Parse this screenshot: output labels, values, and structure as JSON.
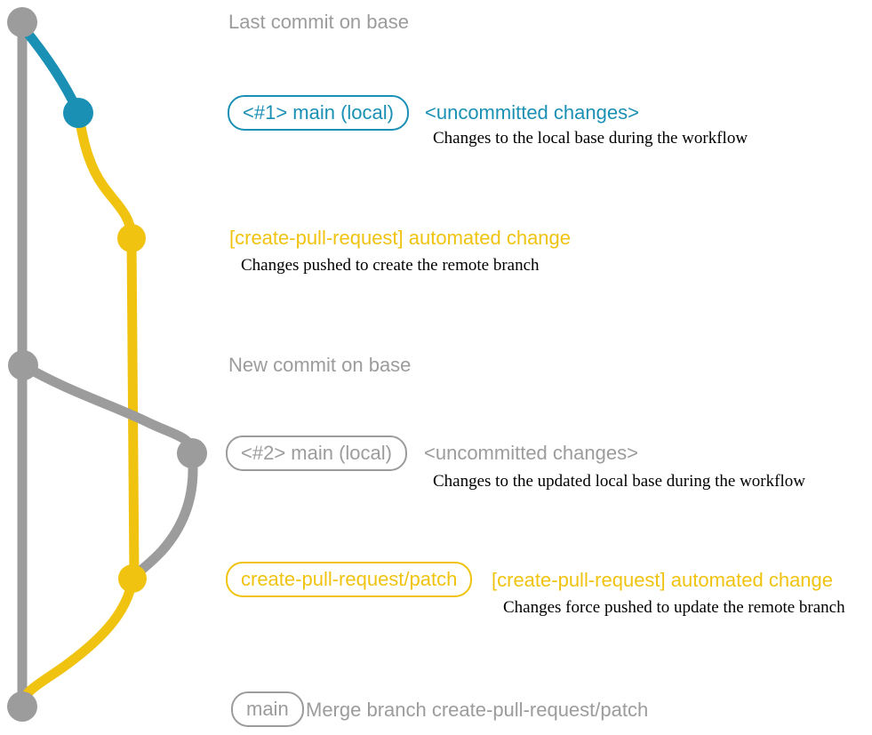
{
  "colors": {
    "base_gray": "#9C9C9C",
    "local_teal": "#1B90B5",
    "branch_yellow": "#F0C311",
    "description_text": "#000000",
    "background": "#FFFFFF"
  },
  "graph": {
    "commits": [
      {
        "id": "last-commit-on-base",
        "color": "#9C9C9C"
      },
      {
        "id": "local-commit-1",
        "color": "#1B90B5"
      },
      {
        "id": "remote-commit-1",
        "color": "#F0C311"
      },
      {
        "id": "new-commit-on-base",
        "color": "#9C9C9C"
      },
      {
        "id": "local-commit-2",
        "color": "#9C9C9C"
      },
      {
        "id": "remote-commit-2",
        "color": "#F0C311"
      },
      {
        "id": "merge-commit",
        "color": "#9C9C9C"
      }
    ],
    "edges": [
      {
        "id": "base-branch-line",
        "color": "#9C9C9C"
      },
      {
        "id": "remote-branch-line",
        "color": "#F0C311"
      },
      {
        "id": "base-to-local-1",
        "color": "#1B90B5"
      },
      {
        "id": "local-1-to-remote-1",
        "color": "#F0C311"
      },
      {
        "id": "new-base-to-local-2",
        "color": "#9C9C9C"
      },
      {
        "id": "local-2-to-remote-2",
        "color": "#9C9C9C"
      },
      {
        "id": "remote-2-to-merge",
        "color": "#F0C311"
      }
    ]
  },
  "annotations": {
    "last_commit_on_base": "Last commit on base",
    "new_commit_on_base": "New commit on base"
  },
  "entries": {
    "local_1": {
      "badge": "<#1> main (local)",
      "title": "<uncommitted changes>",
      "description": "Changes to the local base during the workflow"
    },
    "remote_1": {
      "title": "[create-pull-request] automated change",
      "description": "Changes pushed to create the remote branch"
    },
    "local_2": {
      "badge": "<#2> main (local)",
      "title": "<uncommitted changes>",
      "description": "Changes to the updated local base during the workflow"
    },
    "remote_2": {
      "badge": "create-pull-request/patch",
      "title": "[create-pull-request] automated change",
      "description": "Changes force pushed to update the remote branch"
    },
    "merge": {
      "badge": "main",
      "title": "Merge branch create-pull-request/patch"
    }
  }
}
